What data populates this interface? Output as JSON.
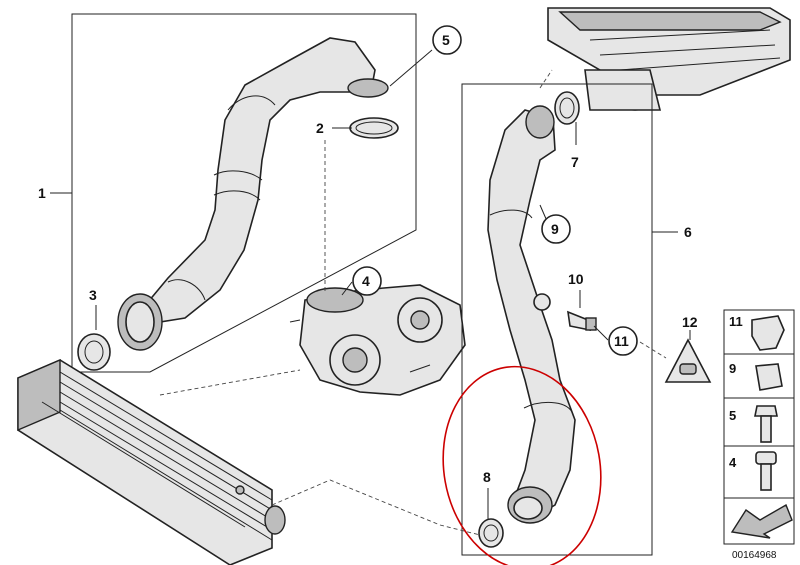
{
  "callouts": {
    "c1": "1",
    "c2": "2",
    "c3": "3",
    "c4": "4",
    "c5": "5",
    "c6": "6",
    "c7": "7",
    "c8": "8",
    "c9": "9",
    "c10": "10",
    "c11": "11",
    "c12": "12"
  },
  "legend": {
    "items": [
      "11",
      "9",
      "5",
      "4"
    ]
  },
  "document_number": "00164968",
  "highlight_color": "#cc0000"
}
